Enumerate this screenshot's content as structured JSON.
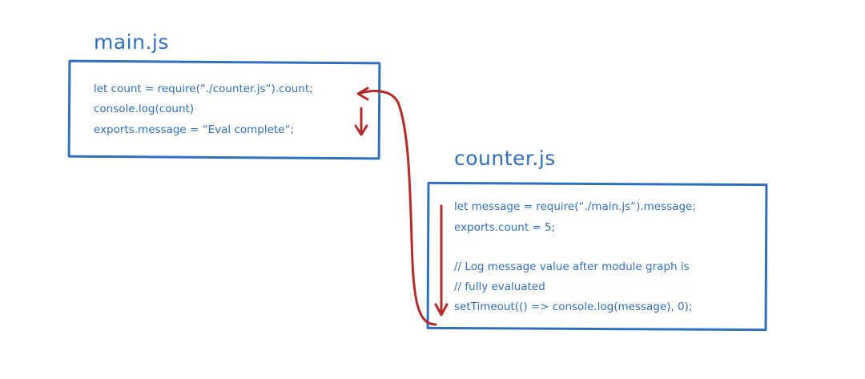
{
  "main_module": {
    "title": "main.js",
    "lines": [
      "let count = require(“./counter.js“).count;",
      "console.log(count)",
      "exports.message = “Eval complete“;"
    ]
  },
  "counter_module": {
    "title": "counter.js",
    "lines": [
      "let message = require(“./main.js“).message;",
      "exports.count = 5;",
      "",
      "// Log message value after module graph is",
      "// fully evaluated",
      "setTimeout(() => console.log(message), 0);"
    ]
  },
  "colors": {
    "box_and_text": "#2f6fbd",
    "arrows": "#b52a2a"
  }
}
